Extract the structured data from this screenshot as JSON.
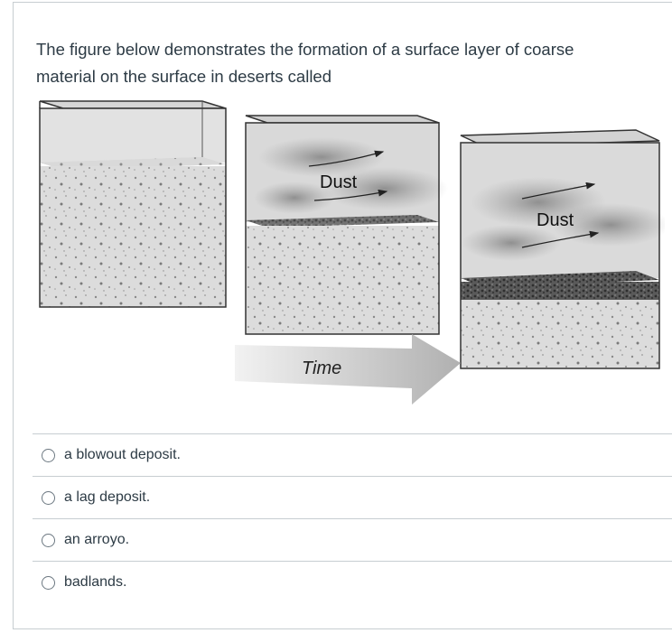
{
  "question": {
    "text": "The figure below demonstrates the formation of a surface layer of coarse material on the surface in deserts called"
  },
  "figure": {
    "panel2_label": "Dust",
    "panel3_label": "Dust",
    "arrow_label": "Time"
  },
  "answers": [
    {
      "label": "a blowout deposit."
    },
    {
      "label": "a lag deposit."
    },
    {
      "label": "an arroyo."
    },
    {
      "label": "badlands."
    }
  ],
  "colors": {
    "text": "#2d3b45",
    "divider": "#c7cdd1"
  }
}
